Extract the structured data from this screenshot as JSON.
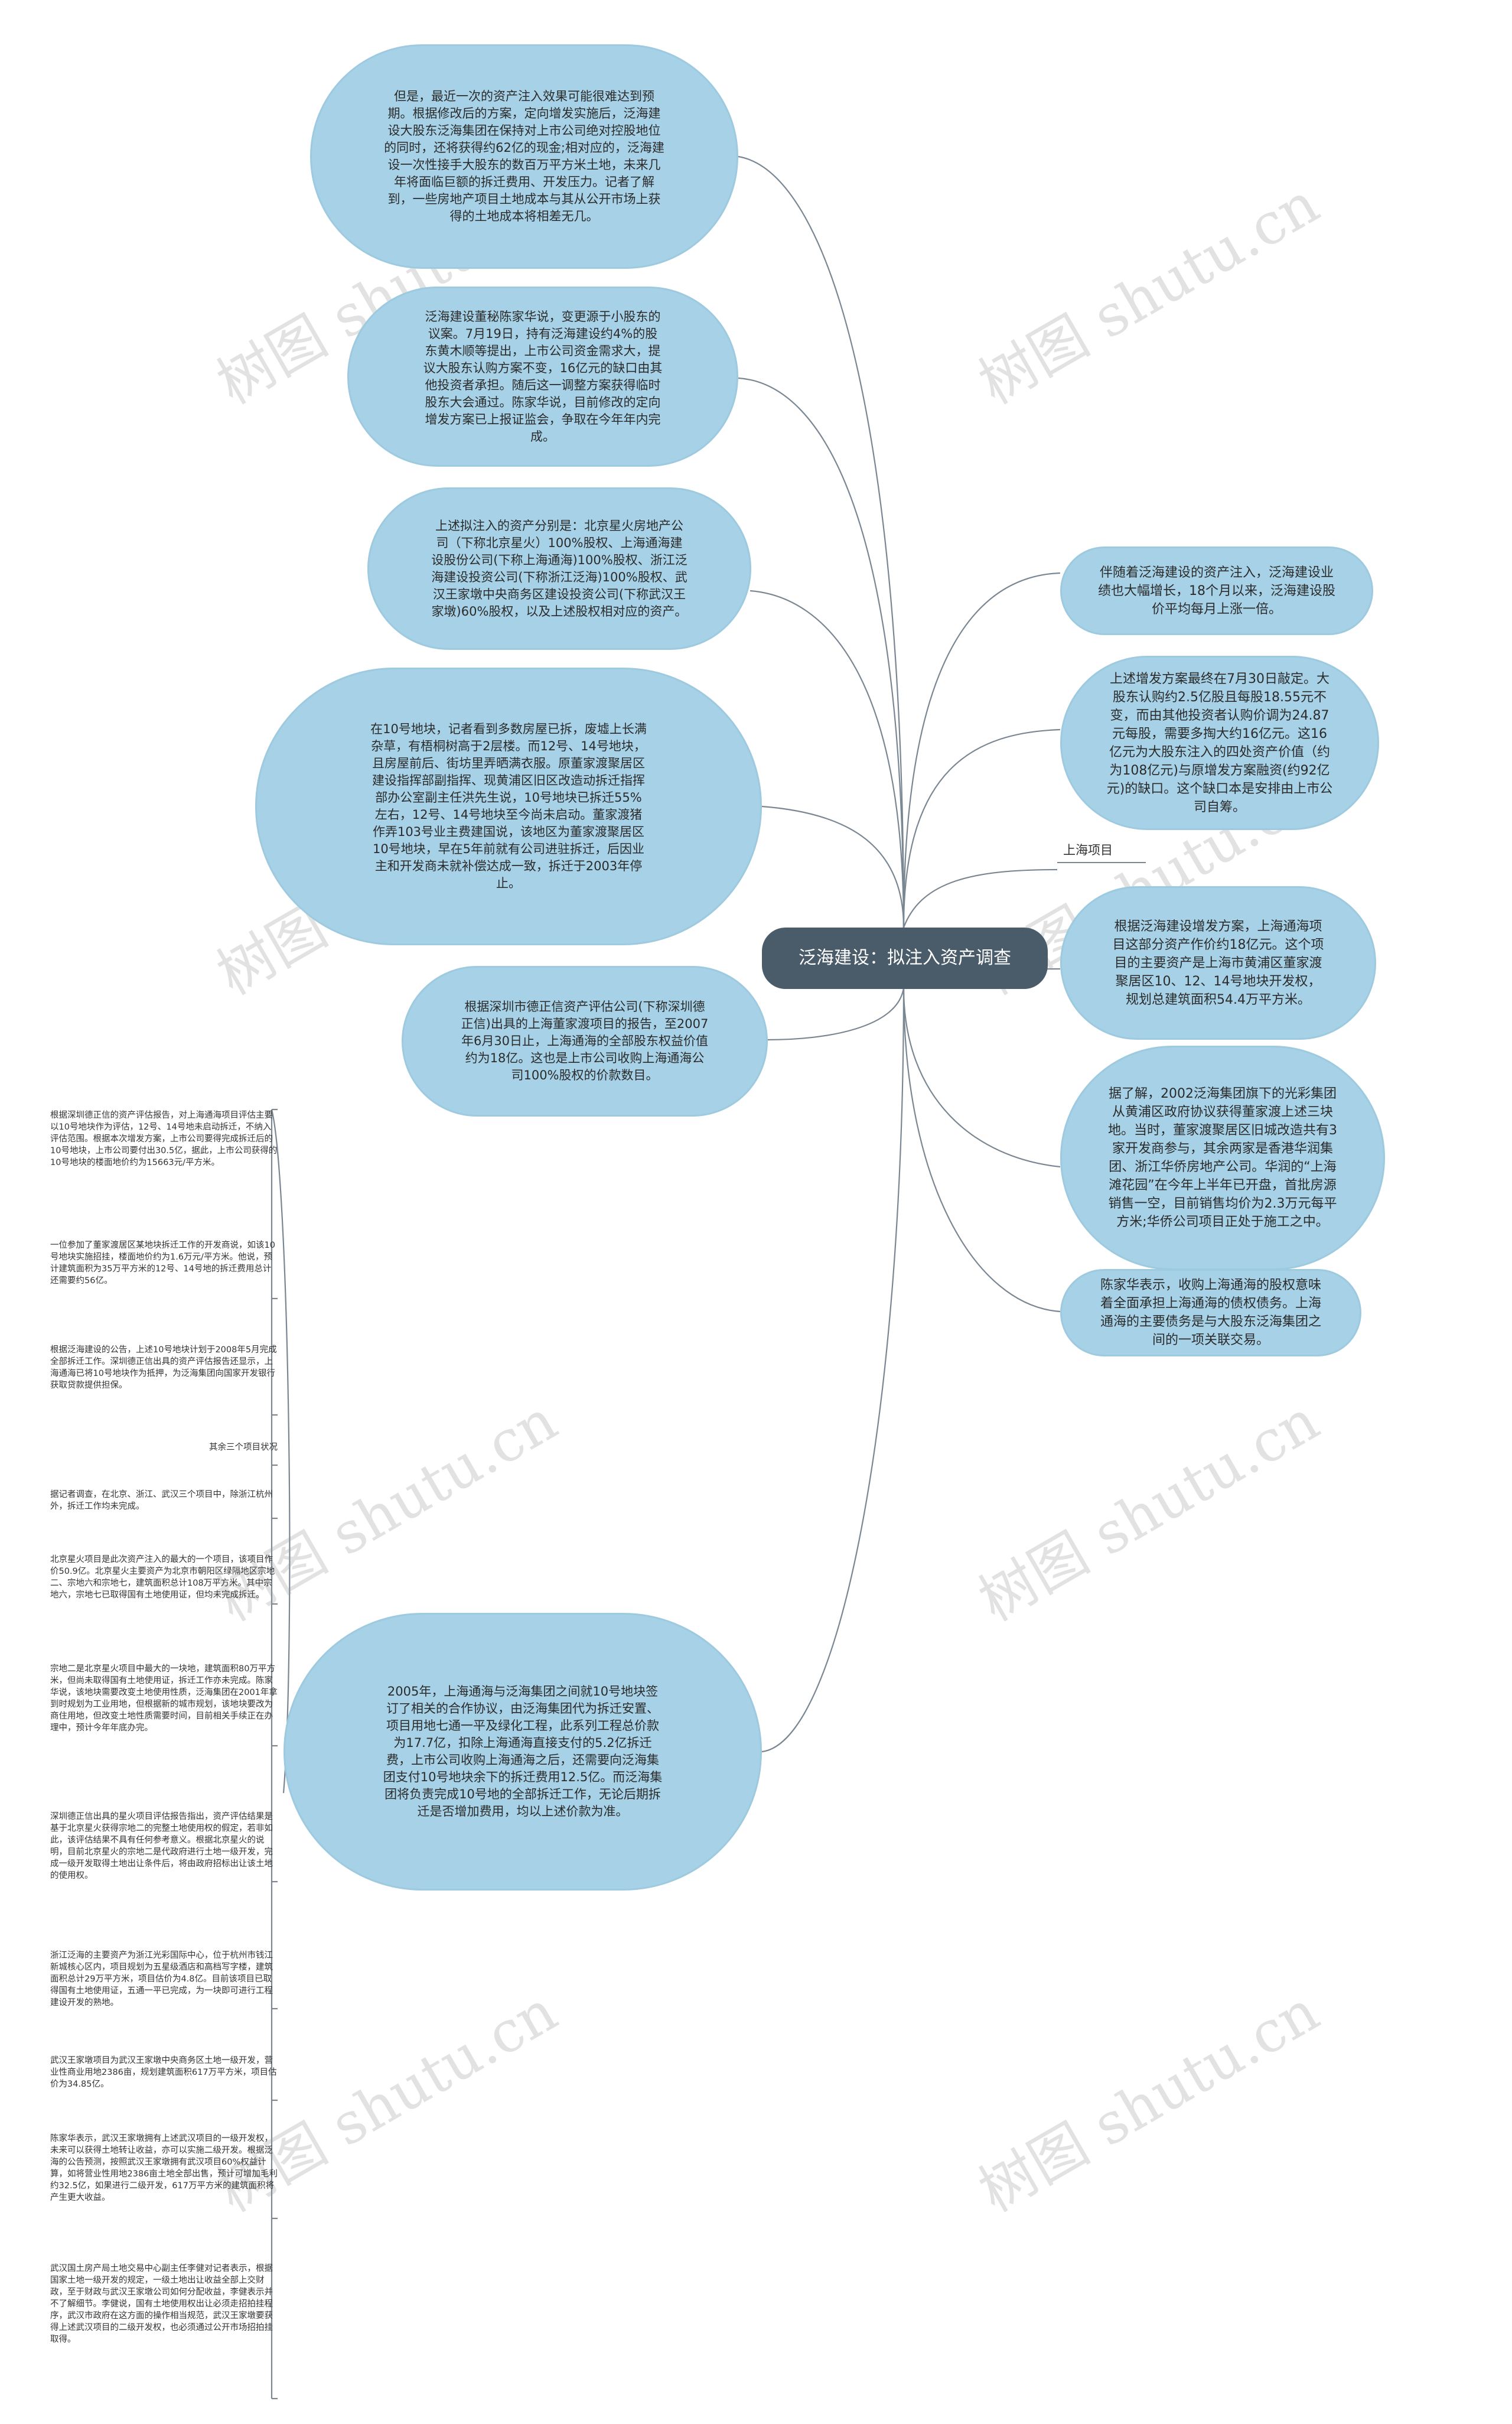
{
  "center": "泛海建设：拟注入资产调查",
  "left_nodes": [
    "但是，最近一次的资产注入效果可能很难达到预期。根据修改后的方案，定向增发实施后，泛海建设大股东泛海集团在保持对上市公司绝对控股地位的同时，还将获得约62亿的现金;相对应的，泛海建设一次性接手大股东的数百万平方米土地，未来几年将面临巨额的拆迁费用、开发压力。记者了解到，一些房地产项目土地成本与其从公开市场上获得的土地成本将相差无几。",
    "泛海建设董秘陈家华说，变更源于小股东的议案。7月19日，持有泛海建设约4%的股东黄木顺等提出，上市公司资金需求大，提议大股东认购方案不变，16亿元的缺口由其他投资者承担。随后这一调整方案获得临时股东大会通过。陈家华说，目前修改的定向增发方案已上报证监会，争取在今年年内完成。",
    "上述拟注入的资产分别是：北京星火房地产公司（下称北京星火）100%股权、上海通海建设股份公司(下称上海通海)100%股权、浙江泛海建设投资公司(下称浙江泛海)100%股权、武汉王家墩中央商务区建设投资公司(下称武汉王家墩)60%股权，以及上述股权相对应的资产。",
    "在10号地块，记者看到多数房屋已拆，废墟上长满杂草，有梧桐树高于2层楼。而12号、14号地块，且房屋前后、街坊里弄晒满衣服。原董家渡聚居区建设指挥部副指挥、现黄浦区旧区改造动拆迁指挥部办公室副主任洪先生说，10号地块已拆迁55%左右，12号、14号地块至今尚未启动。董家渡猪作弄103号业主费建国说，该地区为董家渡聚居区10号地块，早在5年前就有公司进驻拆迁，后因业主和开发商未就补偿达成一致，拆迁于2003年停止。",
    "根据深圳市德正信资产评估公司(下称深圳德正信)出具的上海董家渡项目的报告，至2007年6月30日止，上海通海的全部股东权益价值约为18亿。这也是上市公司收购上海通海公司100%股权的价款数目。",
    "2005年，上海通海与泛海集团之间就10号地块签订了相关的合作协议，由泛海集团代为拆迁安置、项目用地七通一平及绿化工程，此系列工程总价款为17.7亿，扣除上海通海直接支付的5.2亿拆迁费，上市公司收购上海通海之后，还需要向泛海集团支付10号地块余下的拆迁费用12.5亿。而泛海集团将负责完成10号地的全部拆迁工作，无论后期拆迁是否增加费用，均以上述价款为准。"
  ],
  "right_nodes": [
    "伴随着泛海建设的资产注入，泛海建设业绩也大幅增长，18个月以来，泛海建设股价平均每月上涨一倍。",
    "上述增发方案最终在7月30日敲定。大股东认购约2.5亿股且每股18.55元不变，而由其他投资者认购价调为24.87元每股，需要多掏大约16亿元。这16亿元为大股东注入的四处资产价值（约为108亿元)与原增发方案融资(约92亿元)的缺口。这个缺口本是安排由上市公司自筹。",
    "根据泛海建设增发方案，上海通海项目这部分资产作价约18亿元。这个项目的主要资产是上海市黄浦区董家渡聚居区10、12、14号地块开发权，规划总建筑面积54.4万平方米。",
    "据了解，2002泛海集团旗下的光彩集团从黄浦区政府协议获得董家渡上述三块地。当时，董家渡聚居区旧城改造共有3家开发商参与，其余两家是香港华润集团、浙江华侨房地产公司。华润的“上海滩花园”在今年上半年已开盘，首批房源销售一空，目前销售均价为2.3万元每平方米;华侨公司项目正处于施工之中。",
    "陈家华表示，收购上海通海的股权意味着全面承担上海通海的债权债务。上海通海的主要债务是与大股东泛海集团之间的一项关联交易。"
  ],
  "label_node": "上海项目",
  "notes": [
    "根据深圳德正信的资产评估报告，对上海通海项目评估主要以10号地块作为评估，12号、14号地未启动拆迁，不纳入评估范围。根据本次增发方案，上市公司要得完成拆迁后的10号地块，上市公司要付出30.5亿，据此，上市公司获得的10号地块的楼面地价约为15663元/平方米。",
    "一位参加了董家渡居区某地块拆迁工作的开发商说，如该10号地块实施招挂，楼面地价约为1.6万元/平方米。他说，预计建筑面积为35万平方米的12号、14号地的拆迁费用总计还需要约56亿。",
    "根据泛海建设的公告，上述10号地块计划于2008年5月完成全部拆迁工作。深圳德正信出具的资产评估报告还显示，上海通海已将10号地块作为抵押，为泛海集团向国家开发银行获取贷款提供担保。",
    "其余三个项目状况",
    "据记者调查，在北京、浙江、武汉三个项目中，除浙江杭州外，拆迁工作均未完成。",
    "北京星火项目是此次资产注入的最大的一个项目，该项目作价50.9亿。北京星火主要资产为北京市朝阳区绿隔地区宗地二、宗地六和宗地七，建筑面积总计108万平方米。其中宗地六，宗地七已取得国有土地使用证，但均未完成拆迁。",
    "宗地二是北京星火项目中最大的一块地，建筑面积80万平方米，但尚未取得国有土地使用证，拆迁工作亦未完成。陈家华说，该地块需要改变土地使用性质，泛海集团在2001年拿到时规划为工业用地，但根据新的城市规划，该地块要改为商住用地，但改变土地性质需要时间，目前相关手续正在办理中，预计今年年底办完。",
    "深圳德正信出具的星火项目评估报告指出，资产评估结果是基于北京星火获得宗地二的完整土地使用权的假定，若非如此，该评估结果不具有任何参考意义。根据北京星火的说明，目前北京星火的宗地二是代政府进行土地一级开发，完成一级开发取得土地出让条件后，将由政府招标出让该土地的使用权。",
    "浙江泛海的主要资产为浙江光彩国际中心，位于杭州市钱江新城核心区内，项目规划为五星级酒店和高档写字楼，建筑面积总计29万平方米，项目估价为4.8亿。目前该项目已取得国有土地使用证，五通一平已完成，为一块即可进行工程建设开发的熟地。",
    "武汉王家墩项目为武汉王家墩中央商务区土地一级开发，营业性商业用地2386亩，规划建筑面积617万平方米，项目估价为34.85亿。",
    "陈家华表示，武汉王家墩拥有上述武汉项目的一级开发权，未来可以获得土地转让收益，亦可以实施二级开发。根据泛海的公告预测，按照武汉王家墩拥有武汉项目60%权益计算，如将营业性用地2386亩土地全部出售，预计可增加毛利约32.5亿，如果进行二级开发，617万平方米的建筑面积将产生更大收益。",
    "武汉国土房产局土地交易中心副主任李健对记者表示，根据国家土地一级开发的规定，一级土地出让收益全部上交财政，至于财政与武汉王家墩公司如何分配收益，李健表示并不了解细节。李健说，国有土地使用权出让必须走招拍挂程序，武汉市政府在这方面的操作相当规范，武汉王家墩要获得上述武汉项目的二级开发权，也必须通过公开市场招拍挂取得。"
  ],
  "watermark": "树图 shutu.cn",
  "colors": {
    "bubble_fill": "#a6d1e6",
    "center_fill": "#4a5b69",
    "line": "#7a8792"
  }
}
